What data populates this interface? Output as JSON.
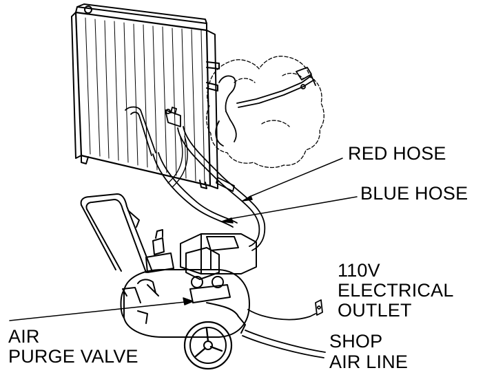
{
  "labels": {
    "red_hose": "RED HOSE",
    "blue_hose": "BLUE HOSE",
    "outlet_line1": "110V",
    "outlet_line2": "ELECTRICAL",
    "outlet_line3": "OUTLET",
    "purge_line1": "AIR",
    "purge_line2": "PURGE VALVE",
    "shop_line1": "SHOP",
    "shop_line2": "AIR LINE"
  },
  "colors": {
    "ink": "#000000",
    "background": "#ffffff"
  }
}
